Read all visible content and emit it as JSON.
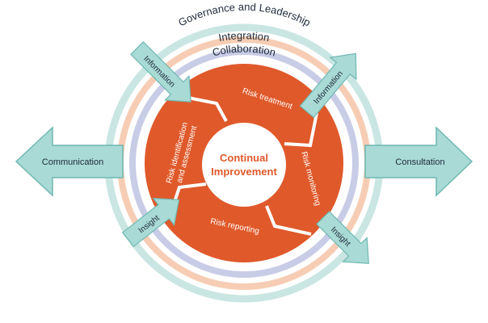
{
  "rings": {
    "outer": "Governance and Leadership",
    "middle": "Integration",
    "inner": "Collaboration"
  },
  "cycle": {
    "center_line1": "Continual",
    "center_line2": "Improvement",
    "seg_treatment": "Risk treatment",
    "seg_monitoring": "Risk monitoring",
    "seg_reporting": "Risk reporting",
    "seg_identification_line1": "Risk identification",
    "seg_identification_line2": "and assessment"
  },
  "arrows": {
    "left": "Communication",
    "right": "Consultation",
    "info_top_left": "Information",
    "info_top_right": "Information",
    "insight_bottom_left": "Insight",
    "insight_bottom_right": "Insight"
  },
  "colors": {
    "outer_ring": "#c9e6e3",
    "middle_ring": "#f6cdb4",
    "inner_ring": "#c8cce6",
    "orange": "#e0592a",
    "arrow_fill": "#a9dad6",
    "arrow_stroke": "#6fb8b2"
  }
}
